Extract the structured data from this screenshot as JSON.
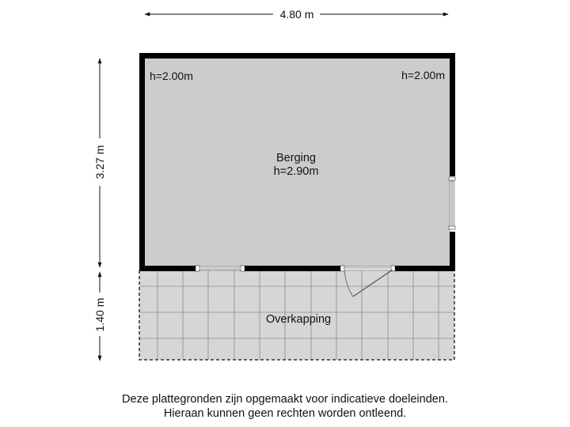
{
  "dimensions": {
    "width_label": "4.80 m",
    "height_room_label": "3.27 m",
    "height_canopy_label": "1.40 m"
  },
  "rooms": [
    {
      "name": "Berging",
      "height": "h=2.90m",
      "corner_heights": [
        "h=2.00m",
        "h=2.00m"
      ]
    },
    {
      "name": "Overkapping"
    }
  ],
  "disclaimer": {
    "line1": "Deze plattegronden zijn opgemaakt voor indicatieve doeleinden.",
    "line2": "Hieraan kunnen geen rechten worden ontleend."
  },
  "colors": {
    "wall": "#000000",
    "room_fill": "#cccccc",
    "canopy_fill": "#d6d6d6",
    "grid_line": "#8a8a8a"
  }
}
